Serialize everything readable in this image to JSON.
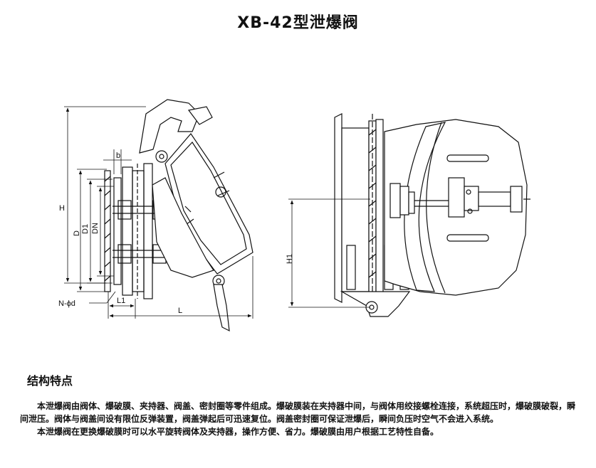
{
  "title": "XB-42型泄爆阀",
  "section_heading": "结构特点",
  "paragraphs": [
    "本泄爆阀由阀体、爆破膜、夹持器、阀盖、密封圈等零件组成。爆破膜装在夹持器中间，与阀体用绞接螺栓连接，系统超压时，爆破膜破裂，瞬间泄压。阀体与阀盖间设有限位反弹装置，阀盖弹起后可迅速复位。阀盖密封圈可保证泄爆后，瞬间负压时空气不会进入系统。",
    "本泄爆阀在更换爆破膜时可以水平旋转阀体及夹持器，操作方便、省力。爆破膜由用户根据工艺特性自备。"
  ],
  "labels": {
    "H": "H",
    "D": "D",
    "D1": "D1",
    "DN": "DN",
    "b": "b",
    "N_phi_d": "N-ϕd",
    "L1": "L1",
    "L": "L",
    "H1": "H1"
  }
}
